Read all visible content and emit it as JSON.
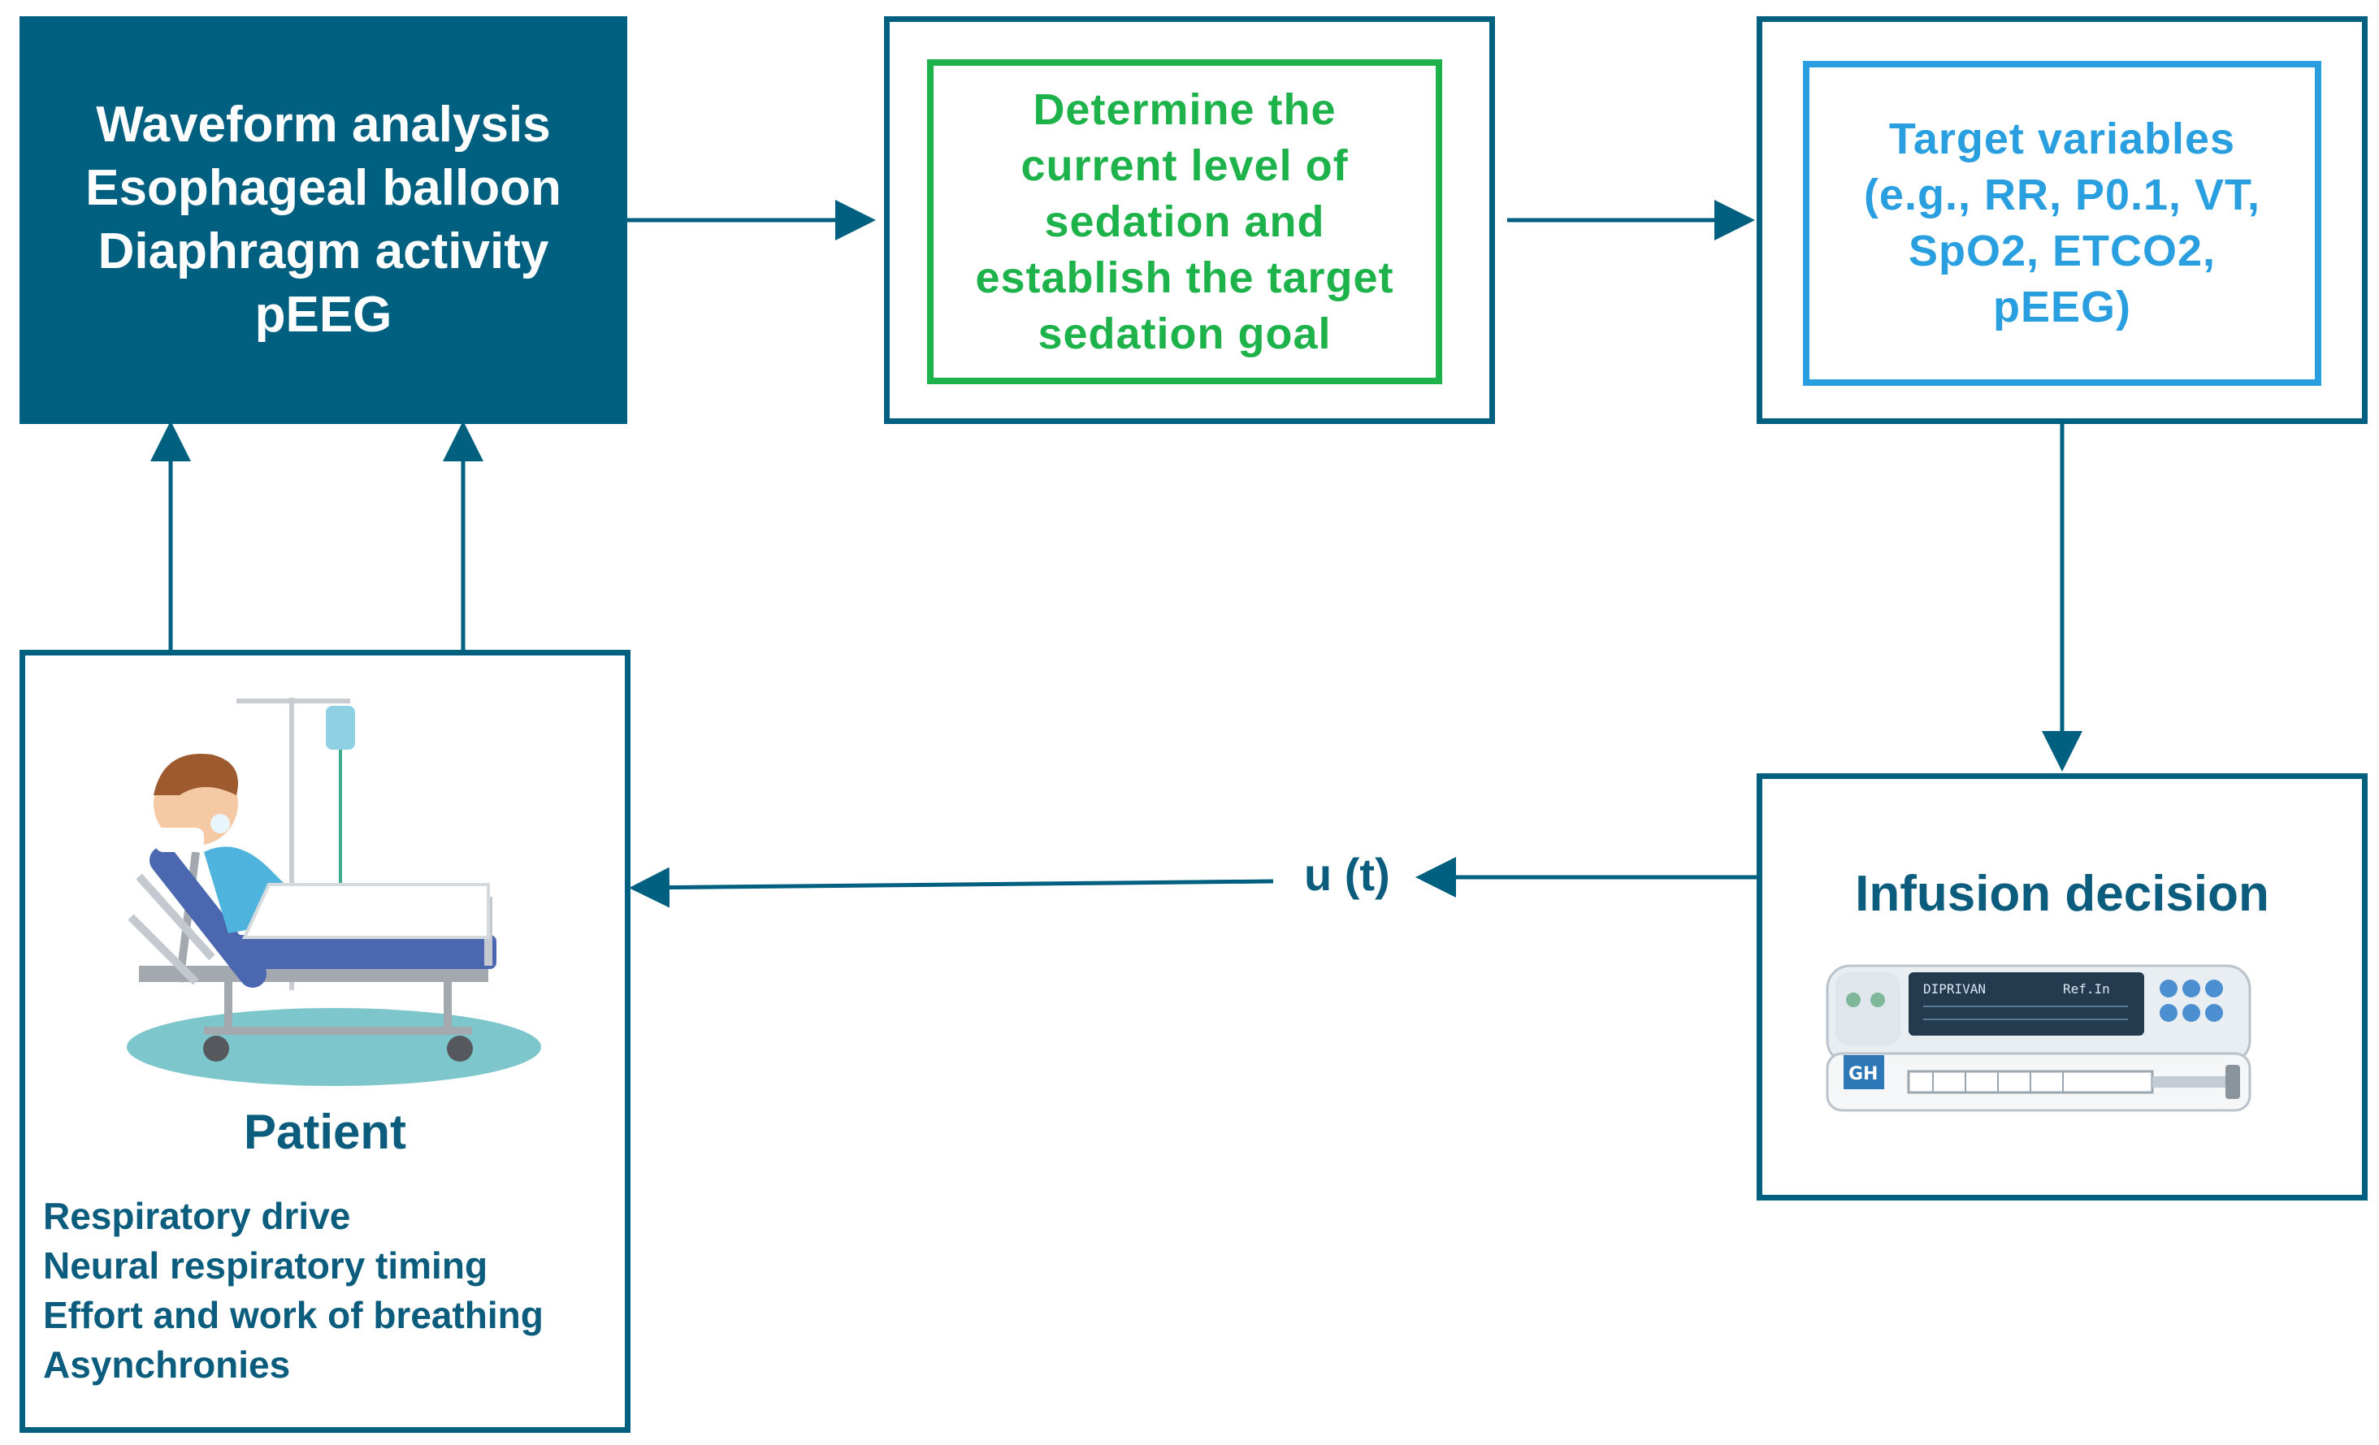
{
  "measurement_box": {
    "lines": [
      "Waveform analysis",
      "Esophageal balloon",
      "Diaphragm activity",
      "pEEG"
    ]
  },
  "sedation_box": {
    "lines": [
      "Determine the",
      "current level of",
      "sedation and",
      "establish the target",
      "sedation goal"
    ]
  },
  "target_box": {
    "lines": [
      "Target variables",
      "(e.g., RR, P0.1, VT,",
      "SpO2, ETCO2,",
      "pEEG)"
    ]
  },
  "infusion_box": {
    "title": "Infusion decision",
    "screen_text": "DIPRIVAN",
    "screen_value": "Ref.In",
    "pump_badge": "GH"
  },
  "patient_box": {
    "title": "Patient",
    "items": [
      "Respiratory drive",
      "Neural respiratory timing",
      "Effort and work of breathing",
      "Asynchronies"
    ]
  },
  "control_signal": {
    "label": "u (t)"
  },
  "colors": {
    "primary": "#015f80",
    "green": "#1eb24b",
    "blue": "#2a9fdf",
    "text_dark": "#0b5c7d"
  }
}
